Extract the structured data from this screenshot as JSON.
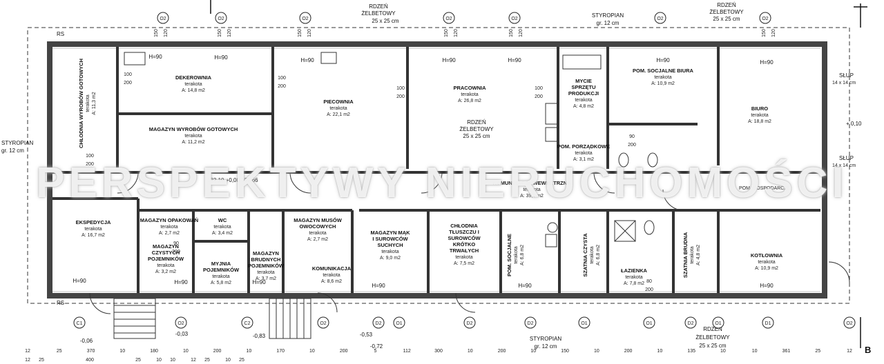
{
  "watermark": "PERSPEKTYWY NIERUCHOMOŚCI",
  "rooms": [
    {
      "id": "chlodnia-gotowych",
      "lines": [
        "CHŁODNIA WYROBÓW GOTOWYCH",
        "terakota",
        "A: 11,3 m2"
      ]
    },
    {
      "id": "dekerownia",
      "lines": [
        "DEKEROWNIA",
        "terakota",
        "A: 14,8 m2"
      ]
    },
    {
      "id": "magazyn-gotowych",
      "lines": [
        "MAGAZYN WYROBÓW GOTOWYCH",
        "terakota",
        "A: 11,2 m2"
      ]
    },
    {
      "id": "piecownia",
      "lines": [
        "PIECOWNIA",
        "terakota",
        "A: 22,1 m2"
      ]
    },
    {
      "id": "pracownia",
      "lines": [
        "PRACOWNIA",
        "terakota",
        "A: 26,8 m2"
      ]
    },
    {
      "id": "mycie",
      "lines": [
        "MYCIE",
        "SPRZĘTU",
        "PRODUKCJI",
        "terakota",
        "A: 4,8 m2"
      ]
    },
    {
      "id": "pom-porzadkowe",
      "lines": [
        "POM. PORZĄDKOWE",
        "terakota",
        "A: 3,1 m2"
      ]
    },
    {
      "id": "pom-socjalne-biura",
      "lines": [
        "POM. SOCJALNE BIURA",
        "terakota",
        "A: 10,9 m2"
      ]
    },
    {
      "id": "biuro",
      "lines": [
        "BIURO",
        "terakota",
        "A: 18,8 m2"
      ]
    },
    {
      "id": "ekspedycja",
      "lines": [
        "EKSPEDYCJA",
        "terakota",
        "A: 16,7 m2"
      ]
    },
    {
      "id": "magazyn-opakowan",
      "lines": [
        "MAGAZYN OPAKOWAŃ",
        "terakota",
        "A: 2,7 m2"
      ]
    },
    {
      "id": "wc",
      "lines": [
        "WC",
        "terakota",
        "A: 3,4 m2"
      ]
    },
    {
      "id": "magazyn-czystych",
      "lines": [
        "MAGAZYN",
        "CZYSTYCH",
        "POJEMNIKÓW",
        "terakota",
        "A: 3,2 m2"
      ]
    },
    {
      "id": "myjnia",
      "lines": [
        "MYJNIA",
        "POJEMNIKÓW",
        "terakota",
        "A: 5,8 m2"
      ]
    },
    {
      "id": "magazyn-brudnych",
      "lines": [
        "MAGAZYN",
        "BRUDNYCH",
        "POJEMNIKÓW",
        "terakota",
        "A: 3,7 m2"
      ]
    },
    {
      "id": "magazyn-musow",
      "lines": [
        "MAGAZYN MUSÓW",
        "OWOCOWYCH",
        "terakota",
        "A: 2,7 m2"
      ]
    },
    {
      "id": "komunikacja-mala",
      "lines": [
        "KOMUNIKACJA",
        "terakota",
        "A: 8,6 m2"
      ]
    },
    {
      "id": "magazyn-mak",
      "lines": [
        "MAGAZYN MĄK",
        "I SUROWCÓW",
        "SUCHYCH",
        "terakota",
        "A: 9,0 m2"
      ]
    },
    {
      "id": "chlodnia-tluszczu",
      "lines": [
        "CHŁODNIA",
        "TŁUSZCZU I",
        "SUROWCÓW",
        "KRÓTKO",
        "TRWAŁYCH",
        "terakota",
        "A: 7,5 m2"
      ]
    },
    {
      "id": "komunikacja-wewnetrzna",
      "lines": [
        "KOMUNIKACJA WEWNĘTRZNA",
        "terakota",
        "A: 39,3 m2"
      ]
    },
    {
      "id": "pom-socjalne",
      "lines": [
        "POM. SOCJALNE",
        "terakota",
        "A: 6,8 m2"
      ]
    },
    {
      "id": "szatnia-czysta",
      "lines": [
        "SZATNIA CZYSTA",
        "terakota",
        "A: 6,8 m2"
      ]
    },
    {
      "id": "lazienka",
      "lines": [
        "ŁAZIENKA",
        "terakota",
        "A: 7,8 m2"
      ]
    },
    {
      "id": "szatnia-brudna",
      "lines": [
        "SZATNIA BRUDNA",
        "terakota",
        "A: 4,8 m2"
      ]
    },
    {
      "id": "kotlownia",
      "lines": [
        "KOTŁOWNIA",
        "terakota",
        "A: 10,9 m2"
      ]
    }
  ],
  "notes": {
    "rs_top": "RS",
    "rs_bottom": "RS",
    "rdzen_top1": [
      "RDZEŃ",
      "ŻELBETOWY",
      "25 x 25 cm"
    ],
    "rdzen_top2": [
      "RDZEŃ",
      "ŻELBETOWY",
      "25 x 25 cm"
    ],
    "rdzen_mid": [
      "RDZEŃ",
      "ŻELBETOWY",
      "25 x 25 cm"
    ],
    "rdzen_bottom": [
      "RDZEŃ",
      "ŻELBETOWY",
      "25 x 25 cm"
    ],
    "styropian_top": [
      "STYROPIAN",
      "gr. 12 cm"
    ],
    "styropian_left": [
      "STYROPIAN",
      "gr. 12 cm"
    ],
    "styropian_bottom": [
      "STYROPIAN",
      "gr. 12 cm"
    ],
    "slup1": [
      "SŁUP",
      "14 x 14 cm"
    ],
    "slup2": [
      "SŁUP",
      "14 x 14 cm"
    ],
    "level_right": "+ 0,10",
    "section_mark": "B",
    "corridor_dims": "132  10  +0,00  139,66",
    "partial_room": "POM. GOSPODARCZE"
  },
  "levels_bottom": [
    "-0,06",
    "-0,03",
    "-0,83",
    "-0,53",
    "-0,72"
  ],
  "dims_bottom_row1": [
    "12",
    "25",
    "370",
    "10",
    "180",
    "10",
    "200",
    "10",
    "170",
    "10",
    "200",
    "5",
    "112",
    "300",
    "10",
    "200",
    "10",
    "150",
    "10",
    "200",
    "10",
    "135",
    "10",
    "10",
    "361",
    "25",
    "12"
  ],
  "dims_bottom_row2": [
    "12",
    "25",
    "400",
    "25",
    "10",
    "10",
    "12",
    "25",
    "10",
    "25"
  ],
  "dims_top": [
    "150",
    "120",
    "150",
    "120",
    "150",
    "120",
    "150",
    "120",
    "150",
    "120",
    "150",
    "120"
  ],
  "tags_top": [
    "O2",
    "O2",
    "O2",
    "O2",
    "O2",
    "O2",
    "O2"
  ],
  "tags_bottom": [
    "C1",
    "O2",
    "C2",
    "O2",
    "D2",
    "O1",
    "D2",
    "D2",
    "O1",
    "O1",
    "D2",
    "O1",
    "D1",
    "O2"
  ],
  "opening_labels": [
    "H=90",
    "H=90",
    "H=90",
    "H=90",
    "H=90",
    "H=90",
    "H=90",
    "H=90",
    "H=90",
    "H=90",
    "H=90",
    "H=90",
    "H=90"
  ],
  "window_dims": [
    "100",
    "200",
    "100",
    "200",
    "100",
    "200",
    "100",
    "200",
    "100",
    "200",
    "90",
    "200",
    "90",
    "200",
    "80",
    "200"
  ]
}
